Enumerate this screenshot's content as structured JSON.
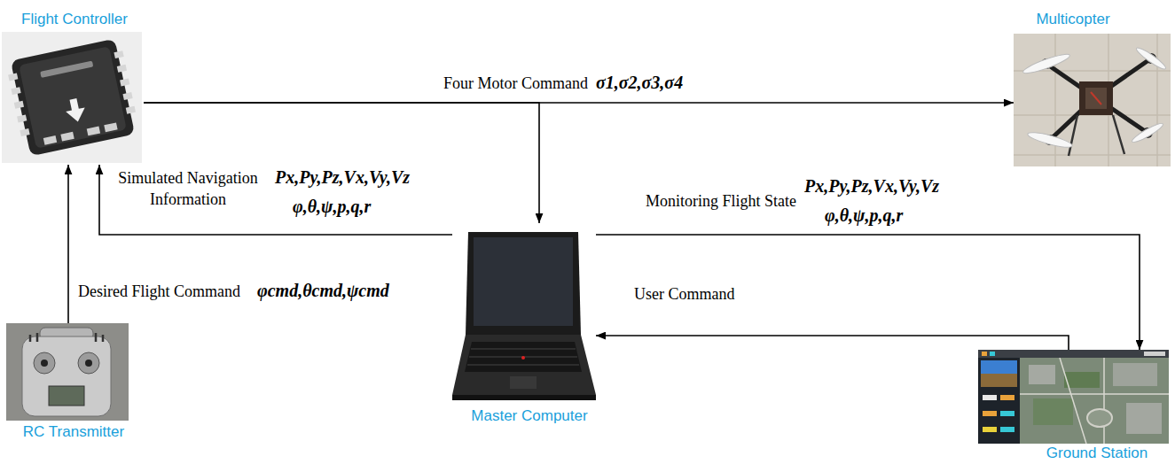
{
  "diagram": {
    "nodes": [
      {
        "text": [
          "Flight Controller"
        ]
      },
      {
        "text": [
          "Multicopter"
        ]
      },
      {
        "text": [
          "Master Computer"
        ]
      },
      {
        "text": [
          "RC Transmitter"
        ]
      },
      {
        "text": [
          "Ground Station"
        ]
      }
    ],
    "edges": [
      {
        "from": 0,
        "to": 1,
        "label": "Four Motor Command",
        "arrow": "to"
      },
      {
        "from": 0,
        "to": 2,
        "arrow": "to"
      },
      {
        "from": 2,
        "to": 0,
        "label": "Simulated Navigation Information",
        "arrow": "to"
      },
      {
        "from": 3,
        "to": 0,
        "label": "Desired Flight Command",
        "arrow": "to"
      },
      {
        "from": 2,
        "to": 4,
        "label": "Monitoring Flight State",
        "arrow": "to"
      },
      {
        "from": 4,
        "to": 2,
        "label": "User Command",
        "arrow": "to"
      }
    ],
    "labels": [
      "σ1,σ2,σ3,σ4",
      "Px,Py,Pz,Vx,Vy,Vz",
      "φ,θ,ψ,p,q,r",
      "φcmd,θcmd,ψcmd",
      "Px,Py,Pz,Vx,Vy,Vz",
      "φ,θ,ψ,p,q,r"
    ]
  }
}
